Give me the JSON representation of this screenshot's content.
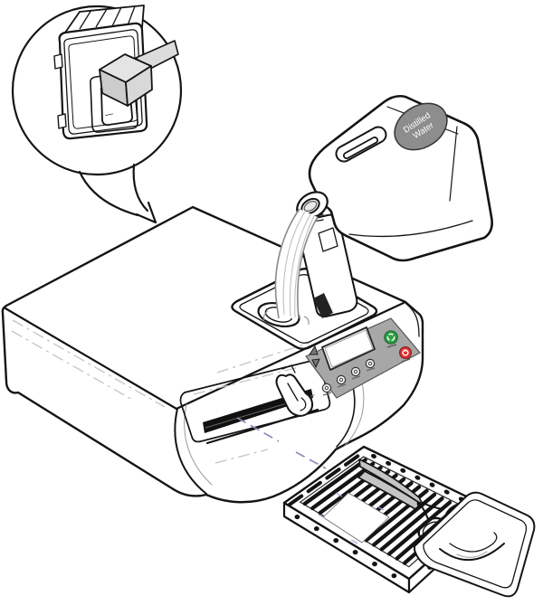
{
  "figure": {
    "description": "Line illustration: filling a tabletop steam sterilizer with distilled water and loading a perforated instrument tray",
    "background_color": "#ffffff",
    "outline_color": "#141414"
  },
  "callout": {
    "rocker_symbol_circle": "O",
    "rocker_symbol_line": "—",
    "cable_color": "#dcdcdc",
    "plug_top_color": "#e4e4e4",
    "plug_front_color": "#cccccc"
  },
  "bottle": {
    "label_line1": "Distilled",
    "label_line2": "Water",
    "label_bg_color": "#8d8d8d",
    "label_text_color": "#ffffff"
  },
  "machine": {
    "door_slot_color": "#111111",
    "reflection_color": "#c4c4c4"
  },
  "control_panel": {
    "panel_color": "#a7a7a7",
    "display_color": "#ffffff",
    "start_color": "#2f9e44",
    "stop_color": "#e03131",
    "icons": [
      "up-arrow-icon",
      "down-arrow-icon",
      "menu-button-icon",
      "program-button-icon",
      "option-button-icon",
      "info-button-icon",
      "start-cycle-icon",
      "stop-icon"
    ]
  },
  "guides": {
    "insertion_dash_color": "#8d8dbb",
    "card_mark_color": "#a6a6ce"
  },
  "tray": {
    "slat_color": "#141414",
    "scissors_fill": "#c4c4c4"
  }
}
